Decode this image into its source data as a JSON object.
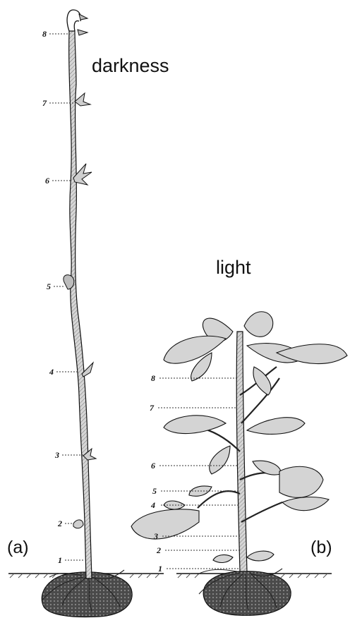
{
  "headings": {
    "dark": "darkness",
    "light": "light"
  },
  "panels": {
    "left": "(a)",
    "right": "(b)"
  },
  "node_labels_a": [
    "8",
    "7",
    "6",
    "5",
    "4",
    "3",
    "2",
    "1"
  ],
  "node_labels_b": [
    "8",
    "7",
    "6",
    "5",
    "4",
    "3",
    "2",
    "1"
  ],
  "colors": {
    "ink": "#111111",
    "stem": "#e9e9e9",
    "leaf": "#cfcfcf",
    "tuber": "#5a5a5a"
  }
}
